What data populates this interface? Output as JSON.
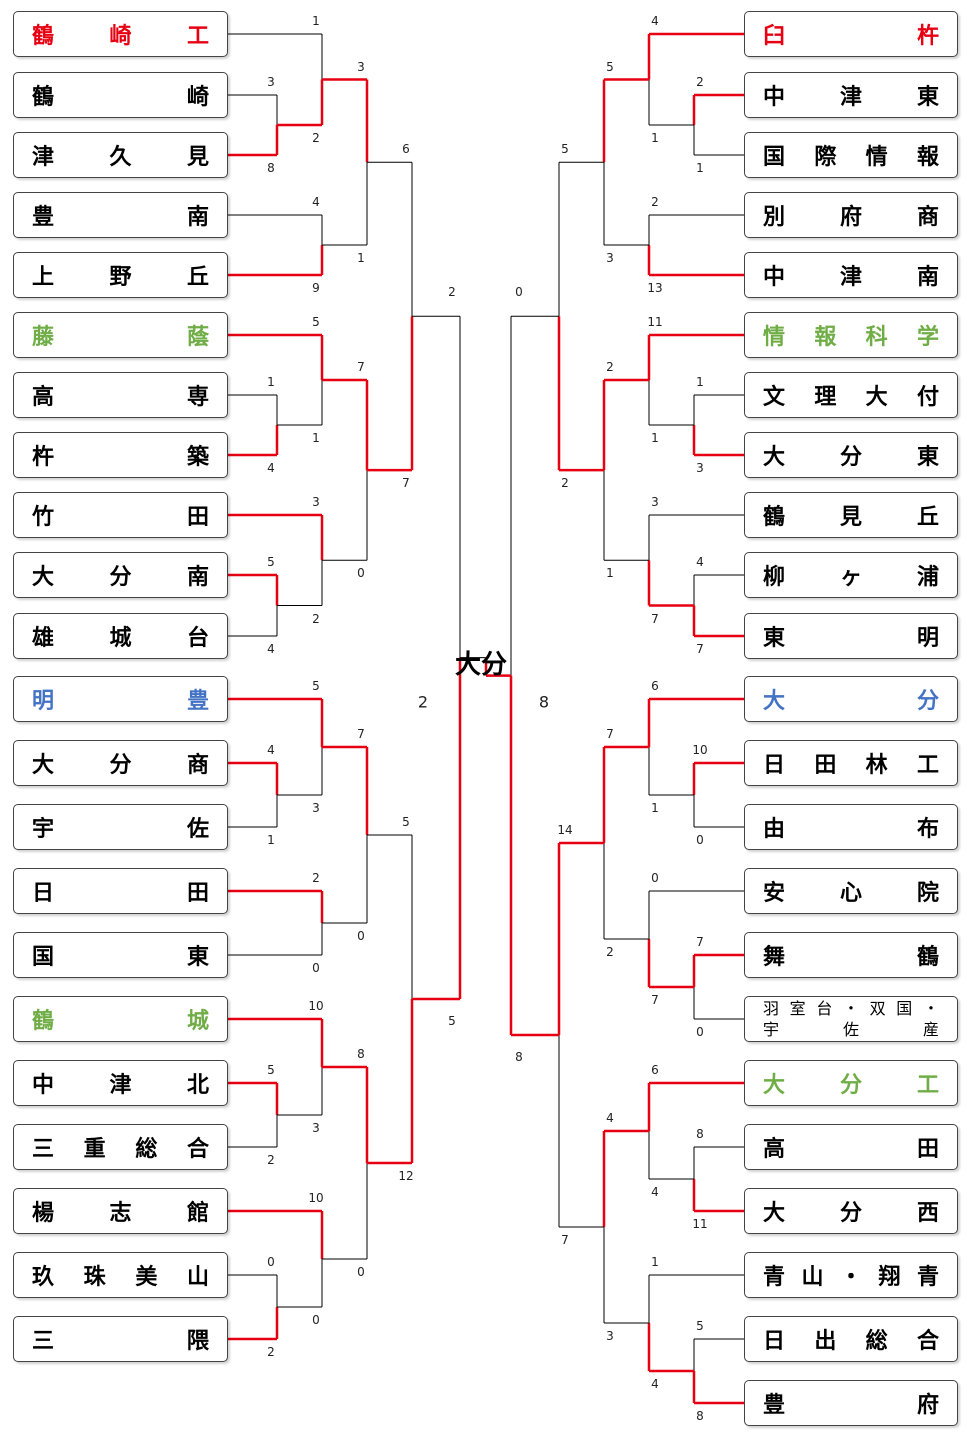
{
  "colors": {
    "win": "#e60012",
    "lose": "#000000",
    "red": "#e60012",
    "green": "#70ad47",
    "blue": "#4472c4"
  },
  "champion": "大分",
  "final": {
    "left_score": "2",
    "right_score": "8"
  },
  "left_teams": [
    {
      "name": "鶴崎工",
      "color": "red"
    },
    {
      "name": "鶴崎",
      "color": ""
    },
    {
      "name": "津久見",
      "color": ""
    },
    {
      "name": "豊南",
      "color": ""
    },
    {
      "name": "上野丘",
      "color": ""
    },
    {
      "name": "藤蔭",
      "color": "green"
    },
    {
      "name": "高専",
      "color": ""
    },
    {
      "name": "杵築",
      "color": ""
    },
    {
      "name": "竹田",
      "color": ""
    },
    {
      "name": "大分南",
      "color": ""
    },
    {
      "name": "雄城台",
      "color": ""
    },
    {
      "name": "明豊",
      "color": "blue"
    },
    {
      "name": "大分商",
      "color": ""
    },
    {
      "name": "宇佐",
      "color": ""
    },
    {
      "name": "日田",
      "color": ""
    },
    {
      "name": "国東",
      "color": ""
    },
    {
      "name": "鶴城",
      "color": "green"
    },
    {
      "name": "中津北",
      "color": ""
    },
    {
      "name": "三重総合",
      "color": ""
    },
    {
      "name": "楊志館",
      "color": ""
    },
    {
      "name": "玖珠美山",
      "color": ""
    },
    {
      "name": "三隈",
      "color": ""
    }
  ],
  "right_teams": [
    {
      "name": "臼杵",
      "color": "red"
    },
    {
      "name": "中津東",
      "color": ""
    },
    {
      "name": "国際情報",
      "color": ""
    },
    {
      "name": "別府商",
      "color": ""
    },
    {
      "name": "中津南",
      "color": ""
    },
    {
      "name": "情報科学",
      "color": "green"
    },
    {
      "name": "文理大付",
      "color": ""
    },
    {
      "name": "大分東",
      "color": ""
    },
    {
      "name": "鶴見丘",
      "color": ""
    },
    {
      "name": "柳ヶ浦",
      "color": ""
    },
    {
      "name": "東明",
      "color": ""
    },
    {
      "name": "大分",
      "color": "blue"
    },
    {
      "name": "日田林工",
      "color": ""
    },
    {
      "name": "由布",
      "color": ""
    },
    {
      "name": "安心院",
      "color": ""
    },
    {
      "name": "舞鶴",
      "color": ""
    },
    {
      "name": "羽室台・双国・宇佐産",
      "lines": [
        "羽室台・双国・",
        "宇佐産"
      ],
      "color": ""
    },
    {
      "name": "大分工",
      "color": "green"
    },
    {
      "name": "高田",
      "color": ""
    },
    {
      "name": "大分西",
      "color": ""
    },
    {
      "name": "青山・翔青",
      "color": ""
    },
    {
      "name": "日出総合",
      "color": ""
    },
    {
      "name": "豊府",
      "color": ""
    }
  ],
  "left_matches": [
    {
      "round": 1,
      "a": "t1",
      "b": "t2",
      "sa": "3",
      "sb": "8",
      "w": "b"
    },
    {
      "round": 1,
      "a": "t6",
      "b": "t7",
      "sa": "1",
      "sb": "4",
      "w": "b"
    },
    {
      "round": 1,
      "a": "t9",
      "b": "t10",
      "sa": "5",
      "sb": "4",
      "w": "a"
    },
    {
      "round": 1,
      "a": "t12",
      "b": "t13",
      "sa": "4",
      "sb": "1",
      "w": "a"
    },
    {
      "round": 1,
      "a": "t17",
      "b": "t18",
      "sa": "5",
      "sb": "2",
      "w": "a"
    },
    {
      "round": 1,
      "a": "t20",
      "b": "t21",
      "sa": "0",
      "sb": "2",
      "w": "b"
    },
    {
      "round": 2,
      "a": "t0",
      "b": "m0",
      "sa": "1",
      "sb": "2",
      "w": "b"
    },
    {
      "round": 2,
      "a": "t3",
      "b": "t4",
      "sa": "4",
      "sb": "9",
      "w": "b"
    },
    {
      "round": 2,
      "a": "t5",
      "b": "m1",
      "sa": "5",
      "sb": "1",
      "w": "a"
    },
    {
      "round": 2,
      "a": "t8",
      "b": "m2",
      "sa": "3",
      "sb": "2",
      "w": "a"
    },
    {
      "round": 2,
      "a": "t11",
      "b": "m3",
      "sa": "5",
      "sb": "3",
      "w": "a"
    },
    {
      "round": 2,
      "a": "t14",
      "b": "t15",
      "sa": "2",
      "sb": "0",
      "w": "a"
    },
    {
      "round": 2,
      "a": "t16",
      "b": "m4",
      "sa": "10",
      "sb": "3",
      "w": "a"
    },
    {
      "round": 2,
      "a": "t19",
      "b": "m5",
      "sa": "10",
      "sb": "0",
      "w": "a"
    },
    {
      "round": 3,
      "a": "m6",
      "b": "m7",
      "sa": "3",
      "sb": "1",
      "w": "a"
    },
    {
      "round": 3,
      "a": "m8",
      "b": "m9",
      "sa": "7",
      "sb": "0",
      "w": "a"
    },
    {
      "round": 3,
      "a": "m10",
      "b": "m11",
      "sa": "7",
      "sb": "0",
      "w": "a"
    },
    {
      "round": 3,
      "a": "m12",
      "b": "m13",
      "sa": "8",
      "sb": "0",
      "w": "a"
    },
    {
      "round": 4,
      "a": "m14",
      "b": "m15",
      "sa": "6",
      "sb": "7",
      "w": "b"
    },
    {
      "round": 4,
      "a": "m16",
      "b": "m17",
      "sa": "5",
      "sb": "12",
      "w": "b"
    },
    {
      "round": 5,
      "a": "m18",
      "b": "m19",
      "sa": "2",
      "sb": "5",
      "w": "b"
    }
  ],
  "right_matches": [
    {
      "round": 1,
      "a": "t1",
      "b": "t2",
      "sa": "2",
      "sb": "1",
      "w": "a"
    },
    {
      "round": 1,
      "a": "t6",
      "b": "t7",
      "sa": "1",
      "sb": "3",
      "w": "b"
    },
    {
      "round": 1,
      "a": "t9",
      "b": "t10",
      "sa": "4",
      "sb": "7",
      "w": "b"
    },
    {
      "round": 1,
      "a": "t12",
      "b": "t13",
      "sa": "10",
      "sb": "0",
      "w": "a"
    },
    {
      "round": 1,
      "a": "t15",
      "b": "t16",
      "sa": "7",
      "sb": "0",
      "w": "a"
    },
    {
      "round": 1,
      "a": "t18",
      "b": "t19",
      "sa": "8",
      "sb": "11",
      "w": "b"
    },
    {
      "round": 1,
      "a": "t21",
      "b": "t22",
      "sa": "5",
      "sb": "8",
      "w": "b"
    },
    {
      "round": 2,
      "a": "t0",
      "b": "m0",
      "sa": "4",
      "sb": "1",
      "w": "a"
    },
    {
      "round": 2,
      "a": "t3",
      "b": "t4",
      "sa": "2",
      "sb": "13",
      "w": "b"
    },
    {
      "round": 2,
      "a": "t5",
      "b": "m1",
      "sa": "11",
      "sb": "1",
      "w": "a"
    },
    {
      "round": 2,
      "a": "t8",
      "b": "m2",
      "sa": "3",
      "sb": "7",
      "w": "b"
    },
    {
      "round": 2,
      "a": "t11",
      "b": "m3",
      "sa": "6",
      "sb": "1",
      "w": "a"
    },
    {
      "round": 2,
      "a": "t14",
      "b": "m4",
      "sa": "0",
      "sb": "7",
      "w": "b"
    },
    {
      "round": 2,
      "a": "t17",
      "b": "m5",
      "sa": "6",
      "sb": "4",
      "w": "a"
    },
    {
      "round": 2,
      "a": "t20",
      "b": "m6",
      "sa": "1",
      "sb": "4",
      "w": "b"
    },
    {
      "round": 3,
      "a": "m7",
      "b": "m8",
      "sa": "5",
      "sb": "3",
      "w": "a"
    },
    {
      "round": 3,
      "a": "m9",
      "b": "m10",
      "sa": "2",
      "sb": "1",
      "w": "a"
    },
    {
      "round": 3,
      "a": "m11",
      "b": "m12",
      "sa": "7",
      "sb": "2",
      "w": "a"
    },
    {
      "round": 3,
      "a": "m13",
      "b": "m14",
      "sa": "4",
      "sb": "3",
      "w": "a"
    },
    {
      "round": 4,
      "a": "m15",
      "b": "m16",
      "sa": "5",
      "sb": "2",
      "w": "b"
    },
    {
      "round": 4,
      "a": "m17",
      "b": "m18",
      "sa": "14",
      "sb": "7",
      "w": "a"
    },
    {
      "round": 5,
      "a": "m19",
      "b": "m20",
      "sa": "0",
      "sb": "8",
      "w": "b"
    }
  ]
}
